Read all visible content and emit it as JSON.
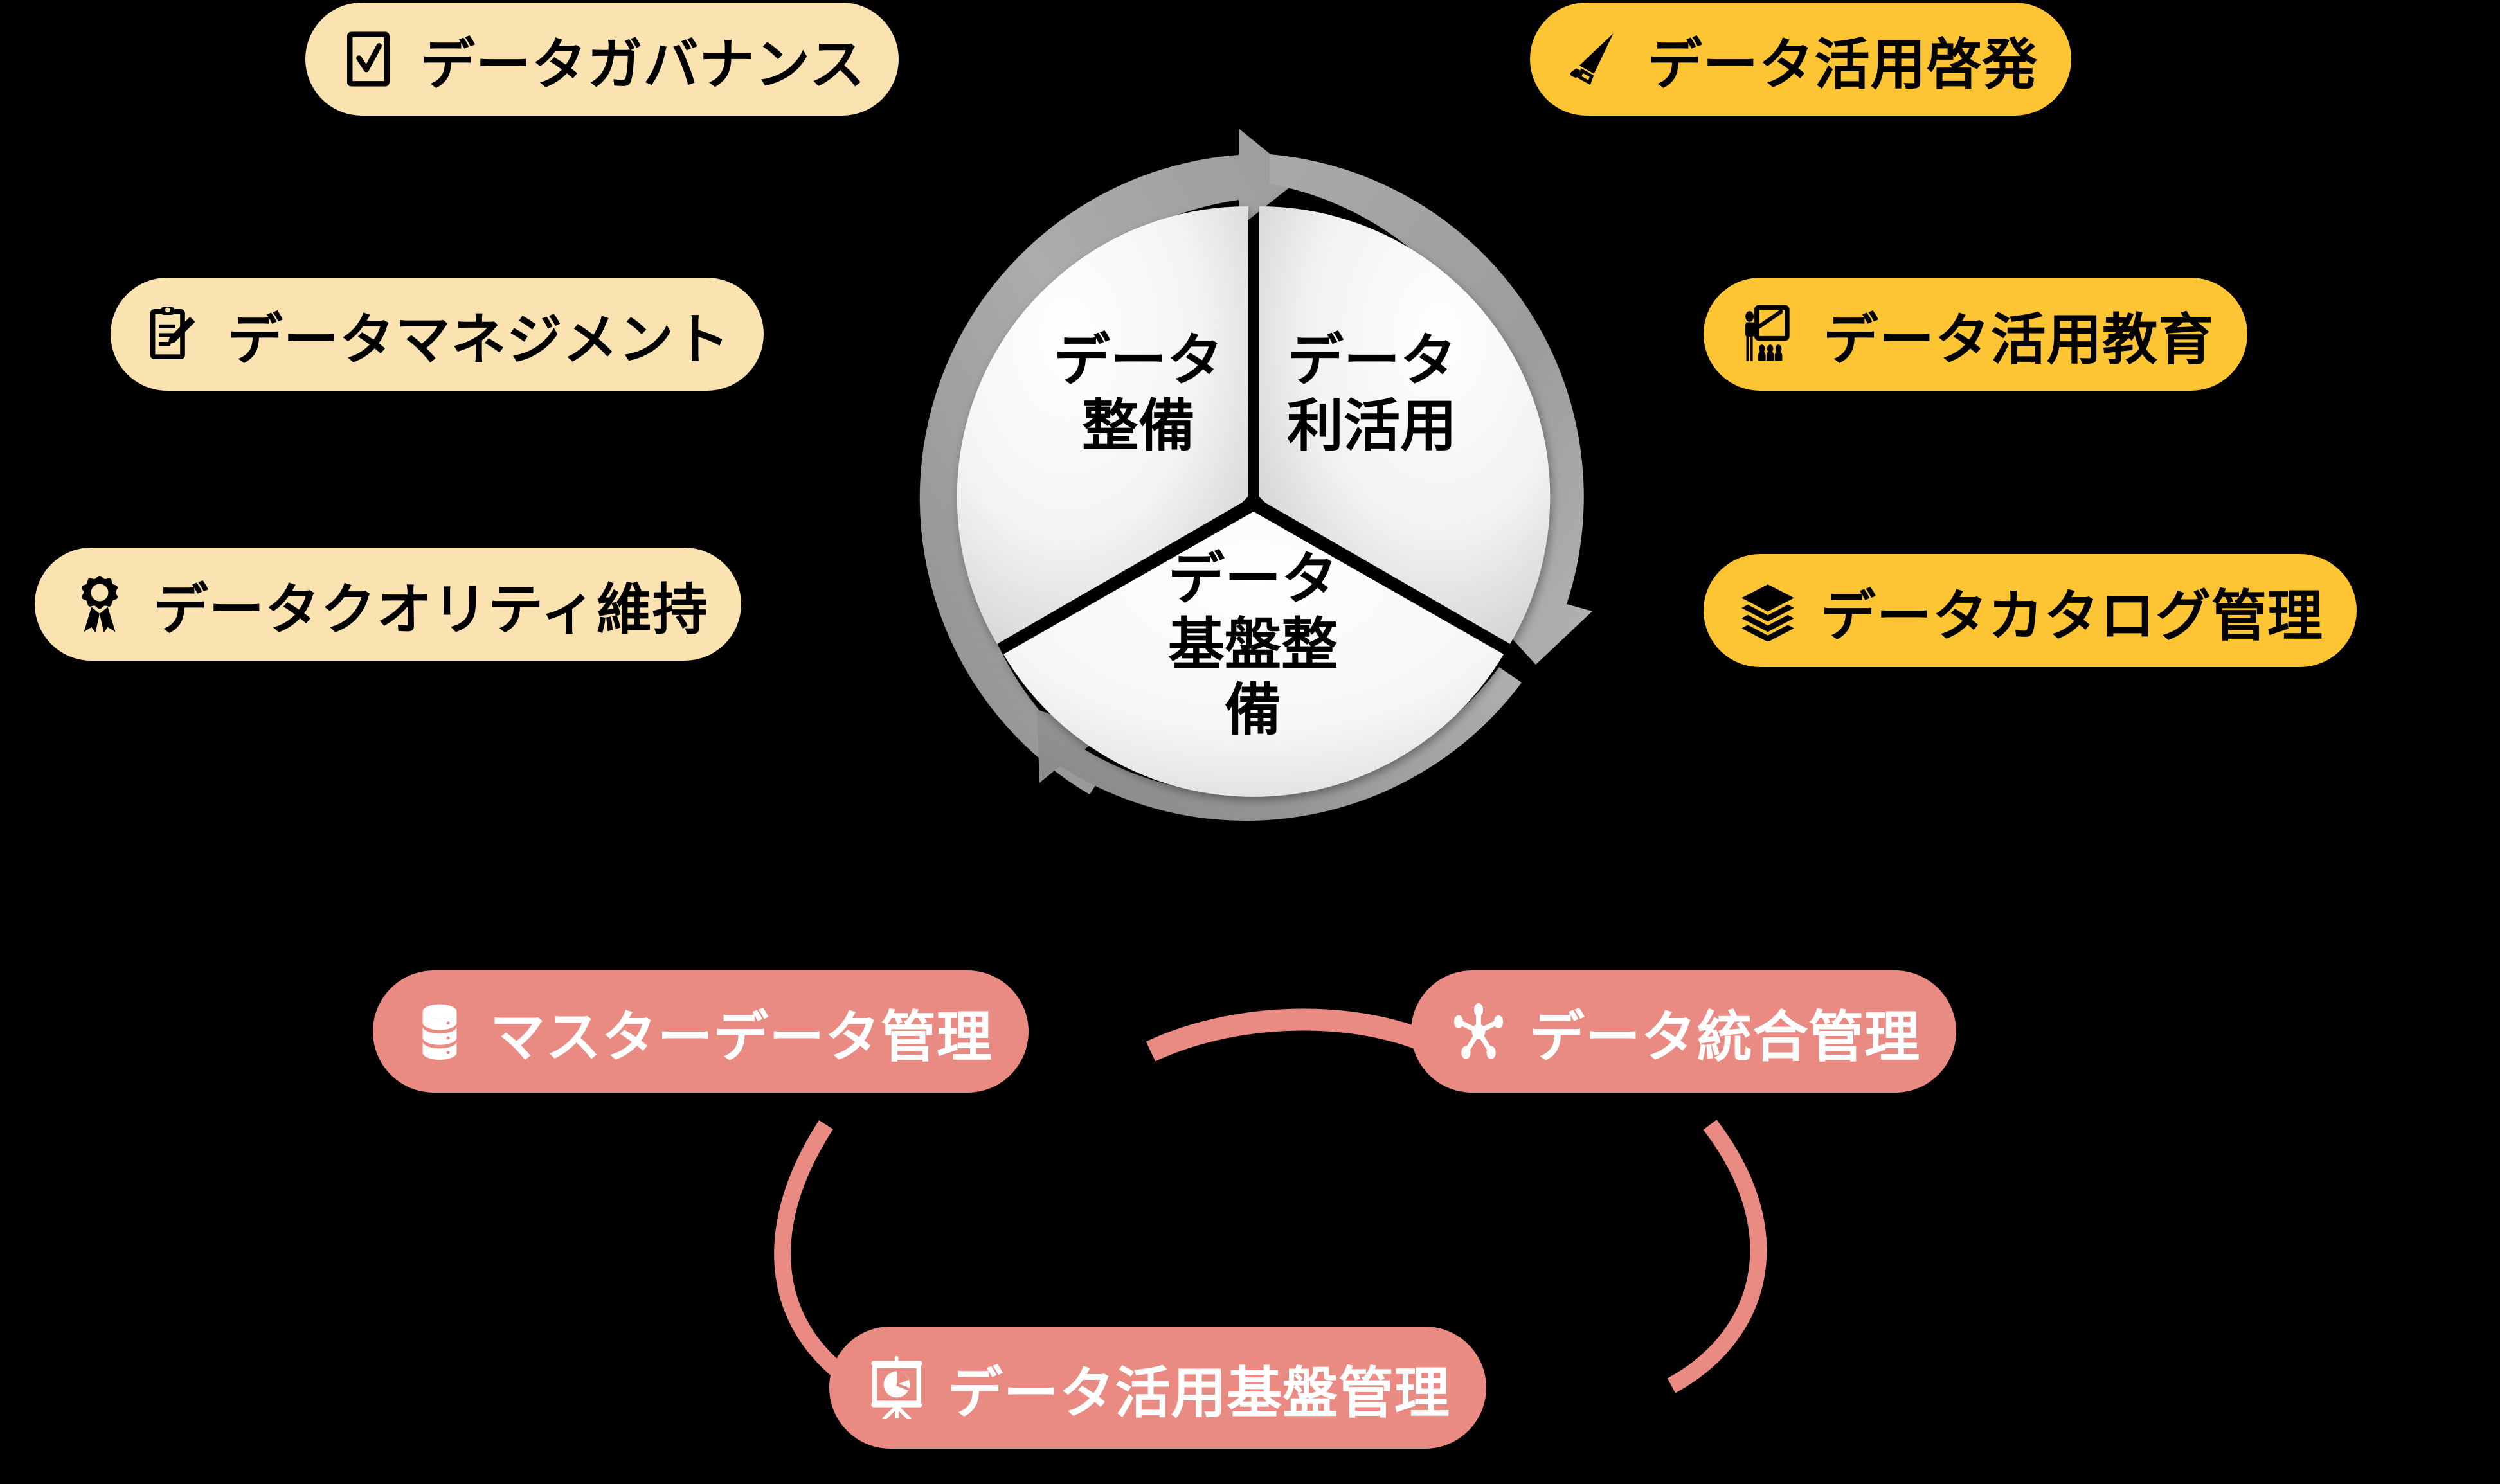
{
  "theme": {
    "background": "#000000",
    "cream": "#FAE3B0",
    "yellow": "#FDC533",
    "pink": "#E98B82",
    "ring_gray": "#A6A6A6",
    "segment_light": "#F2F2F2",
    "text_dark": "#000000",
    "text_light": "#FFFFFF"
  },
  "cycle": {
    "segments": [
      {
        "id": "data-preparation",
        "label": "データ\n整備"
      },
      {
        "id": "data-utilization",
        "label": "データ\n利活用"
      },
      {
        "id": "data-platform-development",
        "label": "データ\n基盤整備"
      }
    ]
  },
  "left_pills": [
    {
      "id": "data-governance",
      "icon": "checkbox-icon",
      "label": "データガバナンス"
    },
    {
      "id": "data-management",
      "icon": "clipboard-pencil-icon",
      "label": "データマネジメント"
    },
    {
      "id": "data-quality",
      "icon": "ribbon-award-icon",
      "label": "データクオリティ維持"
    }
  ],
  "right_pills": [
    {
      "id": "data-awareness",
      "icon": "megaphone-icon",
      "label": "データ活用啓発"
    },
    {
      "id": "data-education",
      "icon": "presenter-icon",
      "label": "データ活用教育"
    },
    {
      "id": "data-catalog",
      "icon": "layers-stack-icon",
      "label": "データカタログ管理"
    }
  ],
  "bottom_pills": [
    {
      "id": "master-data-management",
      "icon": "database-icon",
      "label": "マスターデータ管理"
    },
    {
      "id": "data-integration",
      "icon": "hub-network-icon",
      "label": "データ統合管理"
    },
    {
      "id": "data-platform-management",
      "icon": "chart-easel-icon",
      "label": "データ活用基盤管理"
    }
  ]
}
